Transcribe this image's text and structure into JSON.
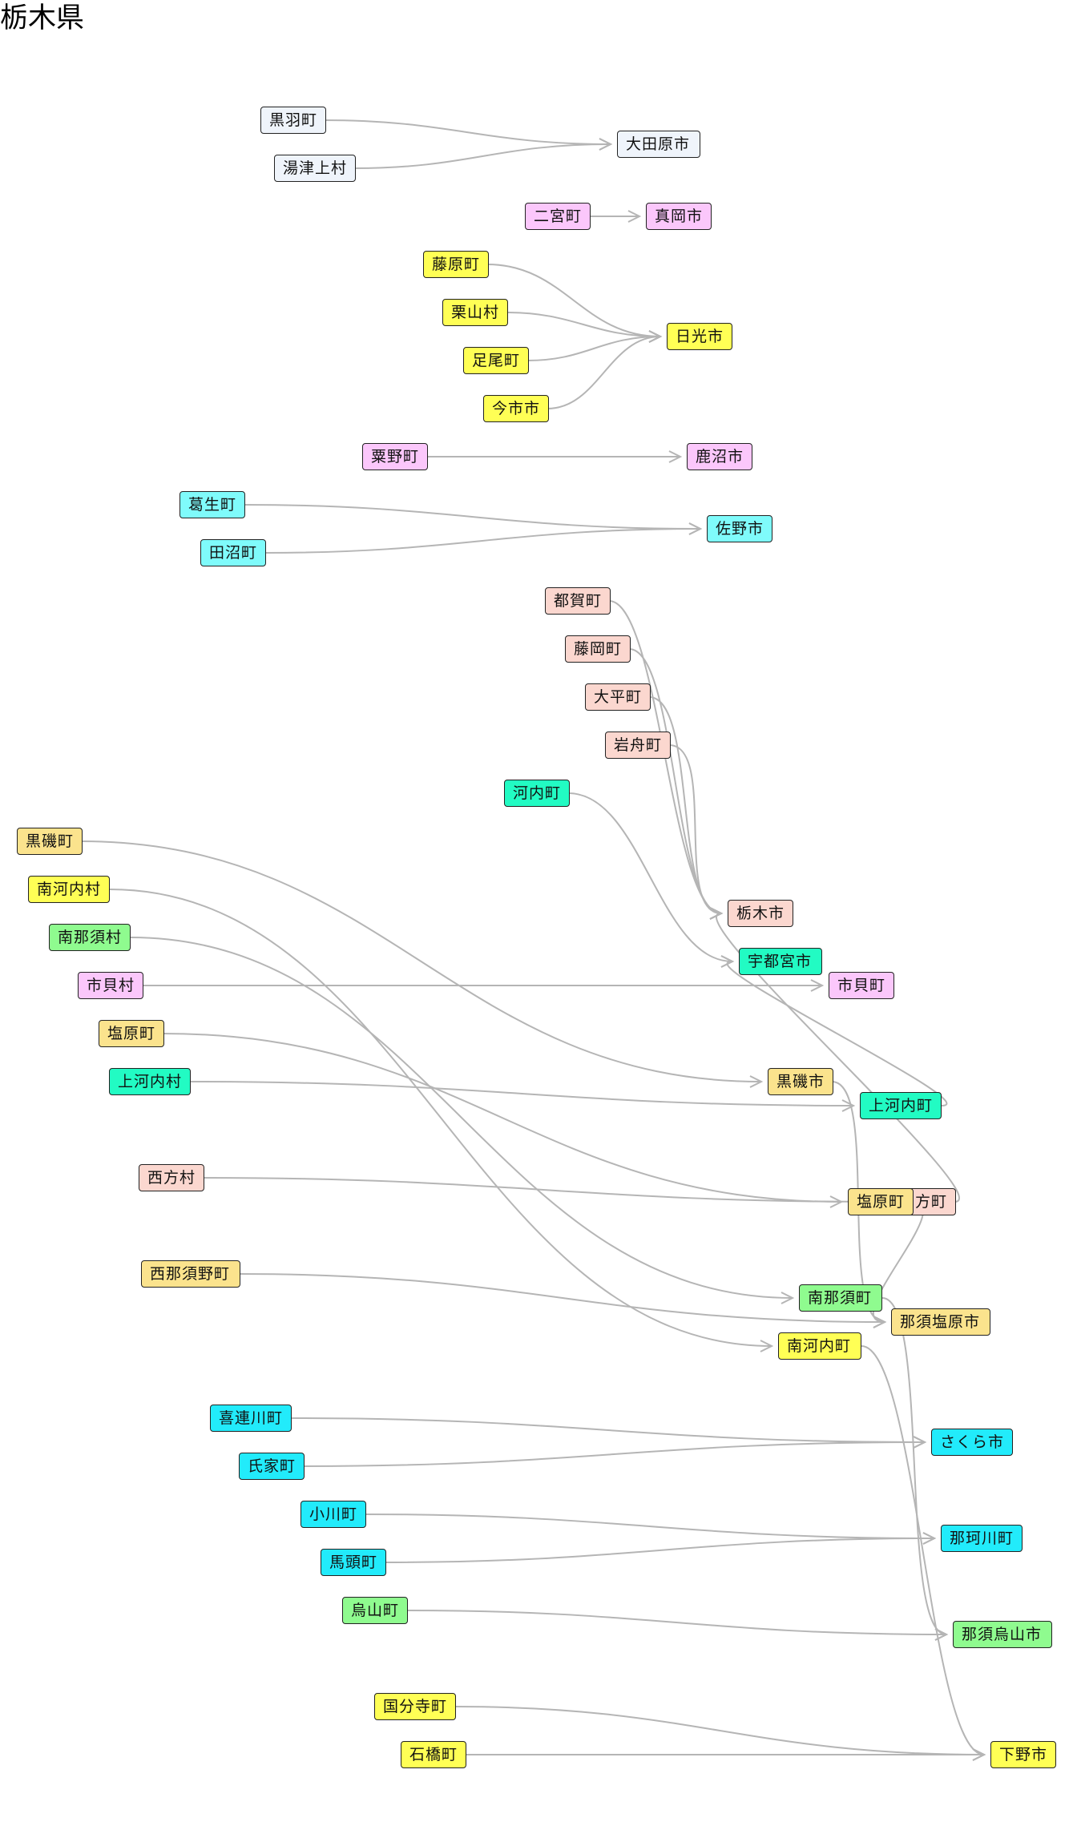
{
  "title": "栃木県",
  "colors": {
    "edge": "#b5b5b5",
    "lavender": "#eff4fb",
    "pink": "#fbc7fb",
    "yellow": "#ffff55",
    "cyan": "#7ffbfb",
    "salmon": "#fbd7cf",
    "teal": "#22fbc3",
    "lightyellow": "#fbe38d",
    "green": "#8ffb8f",
    "sky": "#22ebfb"
  },
  "nodes": [
    {
      "id": "kurobane",
      "label": "黒羽町",
      "color": "lavender"
    },
    {
      "id": "yuzukami",
      "label": "湯津上村",
      "color": "lavender"
    },
    {
      "id": "otawara",
      "label": "大田原市",
      "color": "lavender"
    },
    {
      "id": "ninomiya",
      "label": "二宮町",
      "color": "pink"
    },
    {
      "id": "moka",
      "label": "真岡市",
      "color": "pink"
    },
    {
      "id": "fujiwara",
      "label": "藤原町",
      "color": "yellow"
    },
    {
      "id": "kuriyama",
      "label": "栗山村",
      "color": "yellow"
    },
    {
      "id": "ashio",
      "label": "足尾町",
      "color": "yellow"
    },
    {
      "id": "imaichi",
      "label": "今市市",
      "color": "yellow"
    },
    {
      "id": "nikko",
      "label": "日光市",
      "color": "yellow"
    },
    {
      "id": "awano",
      "label": "粟野町",
      "color": "pink"
    },
    {
      "id": "kanuma",
      "label": "鹿沼市",
      "color": "pink"
    },
    {
      "id": "kuzuu",
      "label": "葛生町",
      "color": "cyan"
    },
    {
      "id": "tanuma",
      "label": "田沼町",
      "color": "cyan"
    },
    {
      "id": "sano",
      "label": "佐野市",
      "color": "cyan"
    },
    {
      "id": "tsuga",
      "label": "都賀町",
      "color": "salmon"
    },
    {
      "id": "fujioka",
      "label": "藤岡町",
      "color": "salmon"
    },
    {
      "id": "ohira",
      "label": "大平町",
      "color": "salmon"
    },
    {
      "id": "iwafune",
      "label": "岩舟町",
      "color": "salmon"
    },
    {
      "id": "tochigi",
      "label": "栃木市",
      "color": "salmon"
    },
    {
      "id": "kawachi",
      "label": "河内町",
      "color": "teal"
    },
    {
      "id": "utsunomiya",
      "label": "宇都宮市",
      "color": "teal"
    },
    {
      "id": "kuroiso",
      "label": "黒磯町",
      "color": "lightyellow"
    },
    {
      "id": "minamikawachimura",
      "label": "南河内村",
      "color": "yellow"
    },
    {
      "id": "minaminasumura",
      "label": "南那須村",
      "color": "green"
    },
    {
      "id": "ichikaimura",
      "label": "市貝村",
      "color": "pink"
    },
    {
      "id": "ichikaimachi",
      "label": "市貝町",
      "color": "pink"
    },
    {
      "id": "shiobaramachi",
      "label": "塩原町",
      "color": "lightyellow"
    },
    {
      "id": "kamikawachimura",
      "label": "上河内村",
      "color": "teal"
    },
    {
      "id": "kuroisoshi",
      "label": "黒磯市",
      "color": "lightyellow"
    },
    {
      "id": "kamikawachimachi",
      "label": "上河内町",
      "color": "teal"
    },
    {
      "id": "nishikatamura",
      "label": "西方村",
      "color": "salmon"
    },
    {
      "id": "nishikatamachi",
      "label": "西方町",
      "color": "salmon"
    },
    {
      "id": "shiobarachou",
      "label": "塩原町",
      "color": "lightyellow"
    },
    {
      "id": "nishinasuno",
      "label": "西那須野町",
      "color": "lightyellow"
    },
    {
      "id": "minaminasumachi",
      "label": "南那須町",
      "color": "green"
    },
    {
      "id": "nasushiobara",
      "label": "那須塩原市",
      "color": "lightyellow"
    },
    {
      "id": "minamikawachimachi",
      "label": "南河内町",
      "color": "yellow"
    },
    {
      "id": "kitsuregawa",
      "label": "喜連川町",
      "color": "sky"
    },
    {
      "id": "ujiie",
      "label": "氏家町",
      "color": "sky"
    },
    {
      "id": "sakura",
      "label": "さくら市",
      "color": "sky"
    },
    {
      "id": "ogawa",
      "label": "小川町",
      "color": "sky"
    },
    {
      "id": "bato",
      "label": "馬頭町",
      "color": "sky"
    },
    {
      "id": "nakagawa",
      "label": "那珂川町",
      "color": "sky"
    },
    {
      "id": "karasuyama",
      "label": "烏山町",
      "color": "green"
    },
    {
      "id": "nasukarasuyama",
      "label": "那須烏山市",
      "color": "green"
    },
    {
      "id": "kokubunji",
      "label": "国分寺町",
      "color": "yellow"
    },
    {
      "id": "ishibashi",
      "label": "石橋町",
      "color": "yellow"
    },
    {
      "id": "shimotsuke",
      "label": "下野市",
      "color": "yellow"
    }
  ],
  "edges": [
    [
      "kurobane",
      "otawara"
    ],
    [
      "yuzukami",
      "otawara"
    ],
    [
      "ninomiya",
      "moka"
    ],
    [
      "fujiwara",
      "nikko"
    ],
    [
      "kuriyama",
      "nikko"
    ],
    [
      "ashio",
      "nikko"
    ],
    [
      "imaichi",
      "nikko"
    ],
    [
      "awano",
      "kanuma"
    ],
    [
      "kuzuu",
      "sano"
    ],
    [
      "tanuma",
      "sano"
    ],
    [
      "tsuga",
      "tochigi"
    ],
    [
      "fujioka",
      "tochigi"
    ],
    [
      "ohira",
      "tochigi"
    ],
    [
      "iwafune",
      "tochigi"
    ],
    [
      "nishikatamachi",
      "tochigi"
    ],
    [
      "kawachi",
      "utsunomiya"
    ],
    [
      "kamikawachimachi",
      "utsunomiya"
    ],
    [
      "kuroiso",
      "kuroisoshi"
    ],
    [
      "kuroisoshi",
      "nasushiobara"
    ],
    [
      "minamikawachimura",
      "minamikawachimachi"
    ],
    [
      "minamikawachimachi",
      "shimotsuke"
    ],
    [
      "minaminasumura",
      "minaminasumachi"
    ],
    [
      "minaminasumachi",
      "nasukarasuyama"
    ],
    [
      "ichikaimura",
      "ichikaimachi"
    ],
    [
      "shiobaramachi",
      "shiobarachou"
    ],
    [
      "shiobarachou",
      "nasushiobara"
    ],
    [
      "kamikawachimura",
      "kamikawachimachi"
    ],
    [
      "nishikatamura",
      "nishikatamachi"
    ],
    [
      "nishinasuno",
      "nasushiobara"
    ],
    [
      "kitsuregawa",
      "sakura"
    ],
    [
      "ujiie",
      "sakura"
    ],
    [
      "ogawa",
      "nakagawa"
    ],
    [
      "bato",
      "nakagawa"
    ],
    [
      "karasuyama",
      "nasukarasuyama"
    ],
    [
      "kokubunji",
      "shimotsuke"
    ],
    [
      "ishibashi",
      "shimotsuke"
    ]
  ]
}
